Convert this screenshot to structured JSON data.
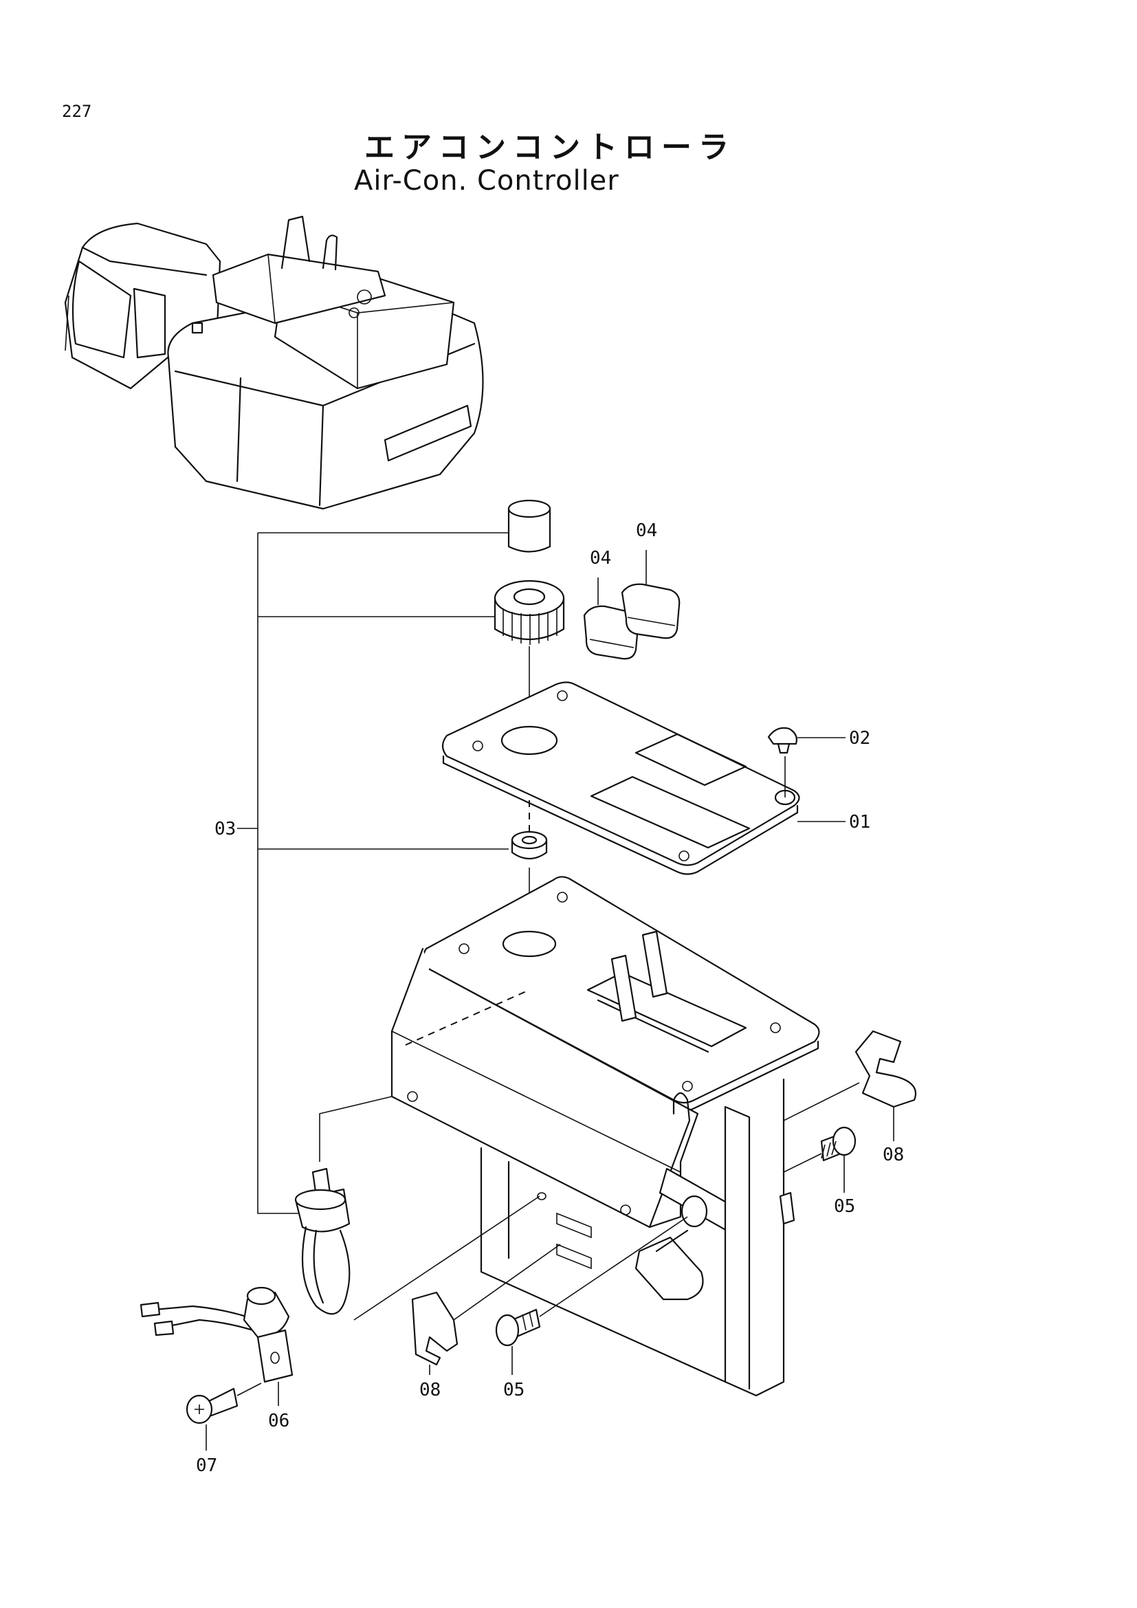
{
  "page": {
    "number": "227",
    "title_jp": "エアコンコントローラ",
    "title_en": "Air-Con. Controller"
  },
  "callouts": [
    {
      "id": "c01",
      "label": "01"
    },
    {
      "id": "c02",
      "label": "02"
    },
    {
      "id": "c03",
      "label": "03"
    },
    {
      "id": "c04a",
      "label": "04"
    },
    {
      "id": "c04b",
      "label": "04"
    },
    {
      "id": "c05a",
      "label": "05"
    },
    {
      "id": "c05b",
      "label": "05"
    },
    {
      "id": "c06",
      "label": "06"
    },
    {
      "id": "c07",
      "label": "07"
    },
    {
      "id": "c08a",
      "label": "08"
    },
    {
      "id": "c08b",
      "label": "08"
    }
  ]
}
